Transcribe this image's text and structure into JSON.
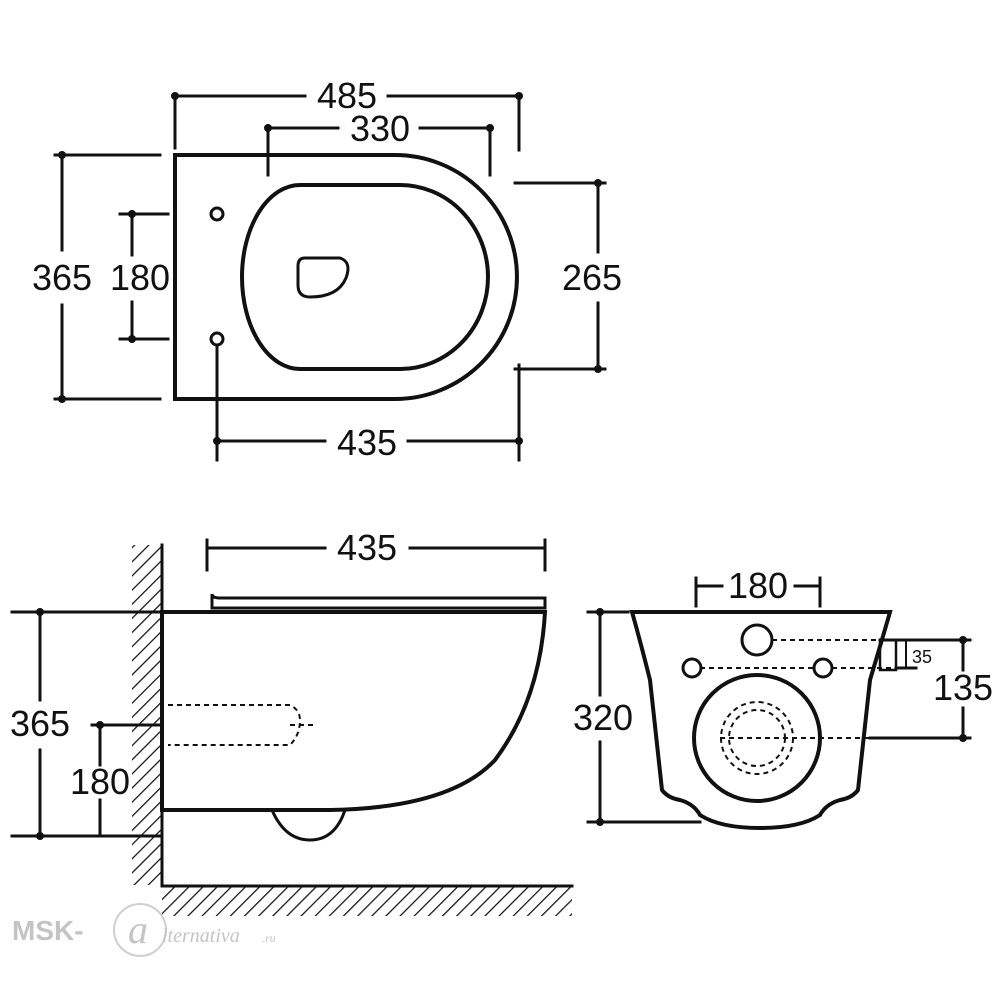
{
  "top_view": {
    "overall_length": "485",
    "bowl_length": "330",
    "overall_width": "365",
    "hole_spacing": "180",
    "bowl_width": "265",
    "projection": "435"
  },
  "side_view": {
    "projection": "435",
    "height": "365",
    "pipe_height": "180"
  },
  "front_view": {
    "hole_spacing": "180",
    "height": "320",
    "top_offset": "35",
    "outlet_offset": "135"
  },
  "watermark": {
    "brand": "MSK-",
    "logo_letter": "a",
    "text": "lternativa",
    "suffix": ".ru"
  }
}
